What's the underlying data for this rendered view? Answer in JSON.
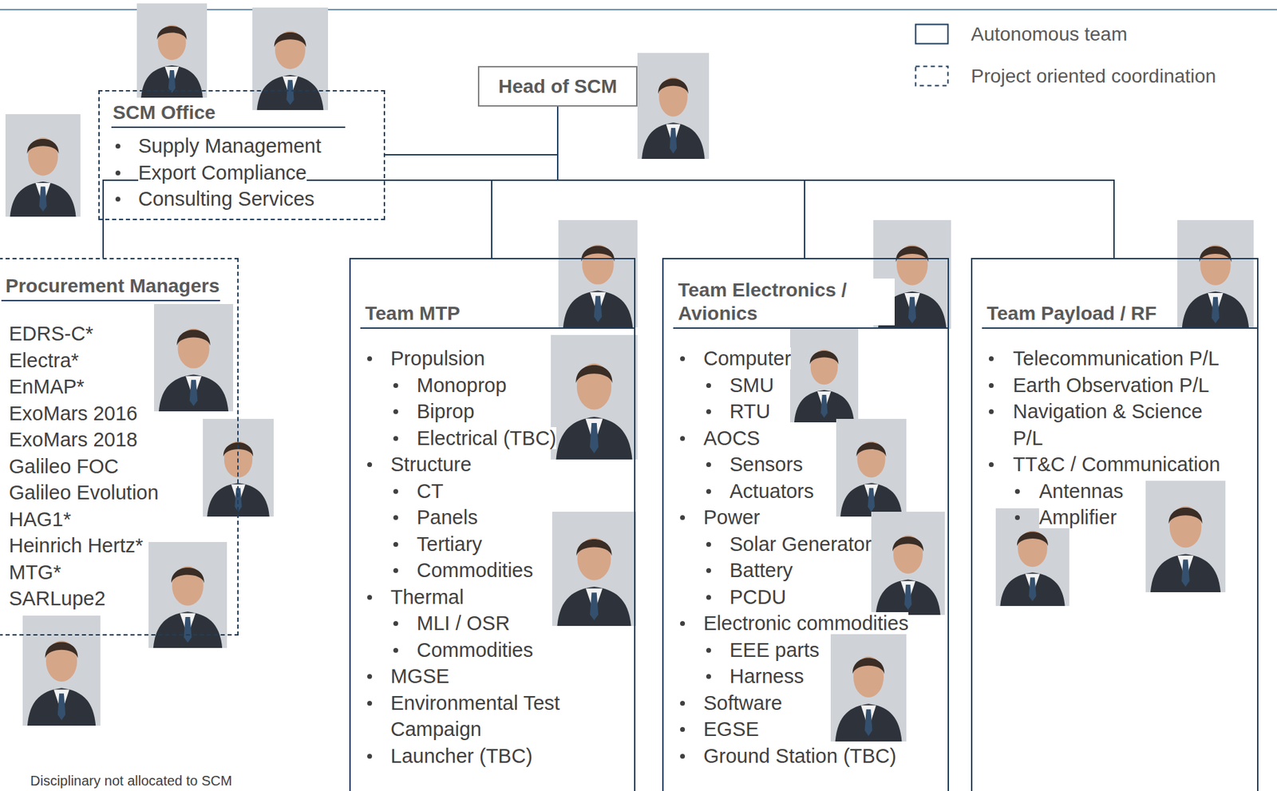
{
  "diagram": {
    "nodes": [
      {
        "text": [
          "Head of SCM"
        ]
      },
      {
        "text": [
          "SCM Office",
          "Supply Management",
          "Export Compliance",
          "Consulting Services"
        ]
      },
      {
        "text": [
          "Procurement Managers",
          "EDRS-C*",
          "Electra*",
          "EnMAP*",
          "ExoMars 2016",
          "ExoMars 2018",
          "Galileo FOC",
          "Galileo Evolution",
          "HAG1*",
          "Heinrich Hertz*",
          "MTG*",
          "SARLupe2"
        ]
      },
      {
        "text": [
          "Team MTP",
          "Propulsion",
          "Monoprop",
          "Biprop",
          "Electrical (TBC)",
          "Structure",
          "CT",
          "Panels",
          "Tertiary",
          "Commodities",
          "Thermal",
          "MLI / OSR",
          "Commodities",
          "MGSE",
          "Environmental Test Campaign",
          "Launcher (TBC)"
        ]
      },
      {
        "text": [
          "Team Electronics / Avionics",
          "Computer",
          "SMU",
          "RTU",
          "AOCS",
          "Sensors",
          "Actuators",
          "Power",
          "Solar Generator",
          "Battery",
          "PCDU",
          "Electronic commodities",
          "EEE parts",
          "Harness",
          "Software",
          "EGSE",
          "Ground Station (TBC)"
        ]
      },
      {
        "text": [
          "Team Payload / RF",
          "Telecommunication P/L",
          "Earth Observation P/L",
          "Navigation & Science P/L",
          "TT&C / Communication",
          "Antennas",
          "Amplifier"
        ]
      }
    ],
    "edges": [
      {
        "from": 0,
        "to": 1,
        "arrow": "none"
      },
      {
        "from": 0,
        "to": 2,
        "arrow": "none"
      },
      {
        "from": 0,
        "to": 3,
        "arrow": "none"
      },
      {
        "from": 0,
        "to": 4,
        "arrow": "none"
      },
      {
        "from": 0,
        "to": 5,
        "arrow": "none"
      }
    ],
    "labels": [
      "Disciplinary not allocated to SCM"
    ],
    "legend": [
      {
        "text": "Autonomous team"
      },
      {
        "text": "Project oriented coordination"
      }
    ]
  }
}
